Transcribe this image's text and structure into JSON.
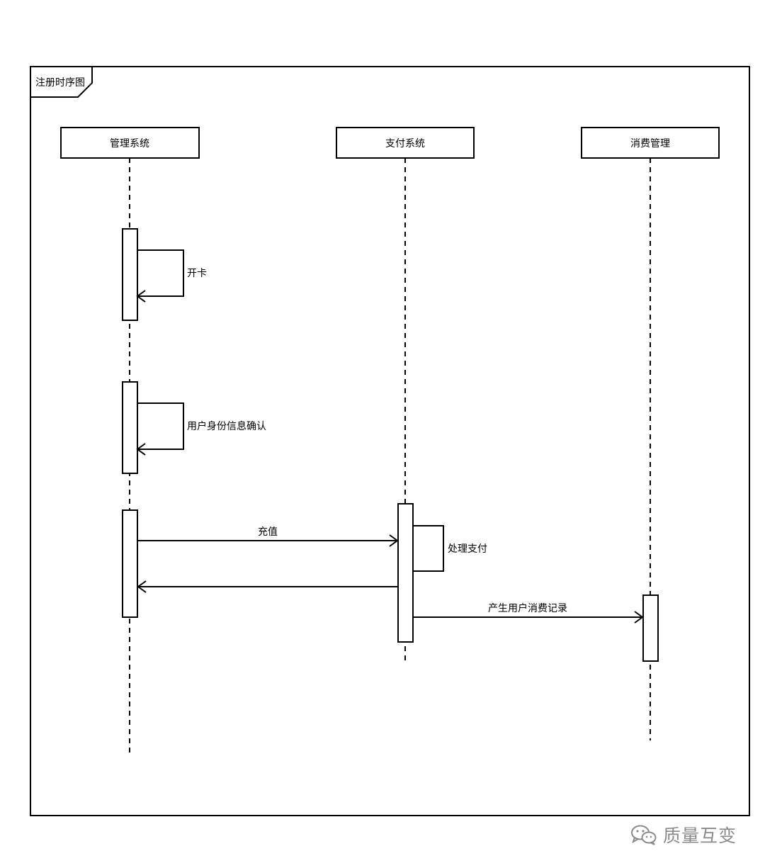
{
  "frame": {
    "title": "注册时序图"
  },
  "lifelines": {
    "management": "管理系统",
    "payment": "支付系统",
    "consumption": "消费管理"
  },
  "messages": {
    "open_card": "开卡",
    "identity_confirm": "用户身份信息确认",
    "recharge": "充值",
    "process_payment": "处理支付",
    "consumption_record": "产生用户消费记录"
  },
  "watermark": {
    "text": "质量互变",
    "icon": "wechat-icon"
  }
}
